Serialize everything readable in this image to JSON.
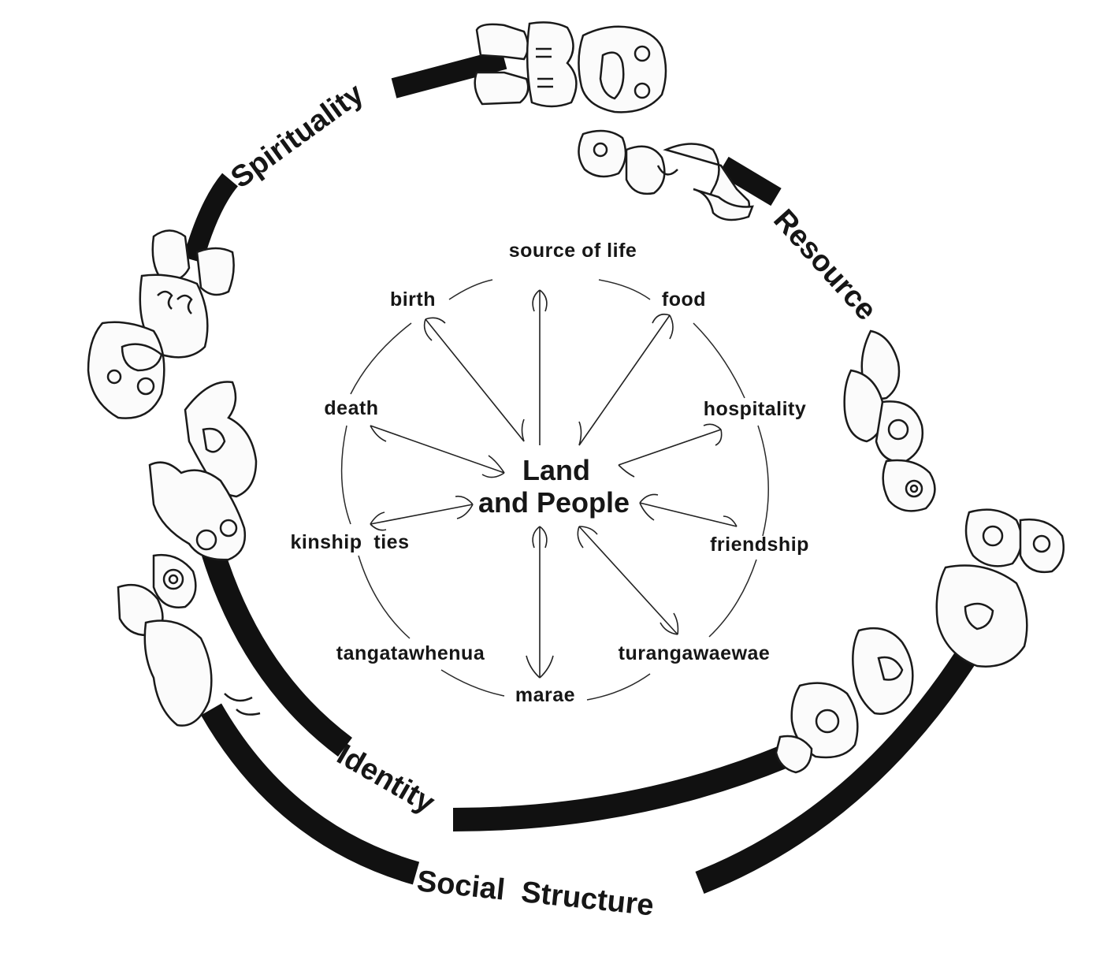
{
  "diagram": {
    "center_label": [
      "Land",
      "and People"
    ],
    "outer_labels": {
      "spirituality": "Spirituality",
      "resource": "Resource",
      "identity": "Identity",
      "social_structure": "Social  Structure"
    },
    "concepts": {
      "source_of_life": "source of life",
      "birth": "birth",
      "food": "food",
      "death": "death",
      "hospitality": "hospitality",
      "kinship_ties": "kinship  ties",
      "friendship": "friendship",
      "tangatawhenua": "tangatawhenua",
      "turangawaewae": "turangawaewae",
      "marae": "marae"
    }
  }
}
